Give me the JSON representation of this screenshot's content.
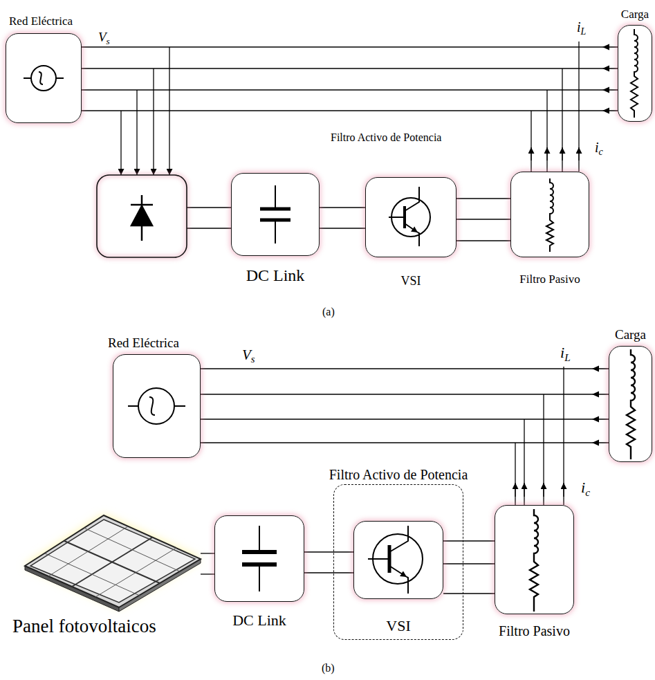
{
  "diagram": {
    "nodes": [
      {
        "text": [
          "Red Eléctrica"
        ]
      },
      {
        "text": [
          "Carga"
        ]
      },
      {
        "text": [
          "DC Link"
        ]
      },
      {
        "text": [
          "VSI"
        ]
      },
      {
        "text": [
          "Filtro Pasivo"
        ]
      },
      {
        "text": [
          "Red Eléctrica"
        ]
      },
      {
        "text": [
          "Carga"
        ]
      },
      {
        "text": [
          "Panel fotovoltaicos"
        ]
      },
      {
        "text": [
          "DC Link"
        ]
      },
      {
        "text": [
          "Filtro Activo de Potencia"
        ]
      },
      {
        "text": [
          "VSI"
        ],
        "in": 9
      },
      {
        "text": [
          "Filtro Pasivo"
        ]
      }
    ],
    "edges": [
      {
        "from": 1,
        "to": 0,
        "arrow": "to"
      },
      {
        "from": 2,
        "to": 3,
        "arrow": "none"
      },
      {
        "from": 3,
        "to": 4,
        "arrow": "none"
      },
      {
        "from": 6,
        "to": 5,
        "arrow": "to"
      },
      {
        "from": 7,
        "to": 8,
        "arrow": "none"
      },
      {
        "from": 8,
        "to": 10,
        "arrow": "none"
      },
      {
        "from": 10,
        "to": 11,
        "arrow": "none"
      }
    ],
    "labels": [
      "Vs",
      "iL",
      "Filtro Activo de Potencia",
      "ic",
      "(a)",
      "Vs",
      "iL",
      "ic",
      "(b)"
    ]
  }
}
